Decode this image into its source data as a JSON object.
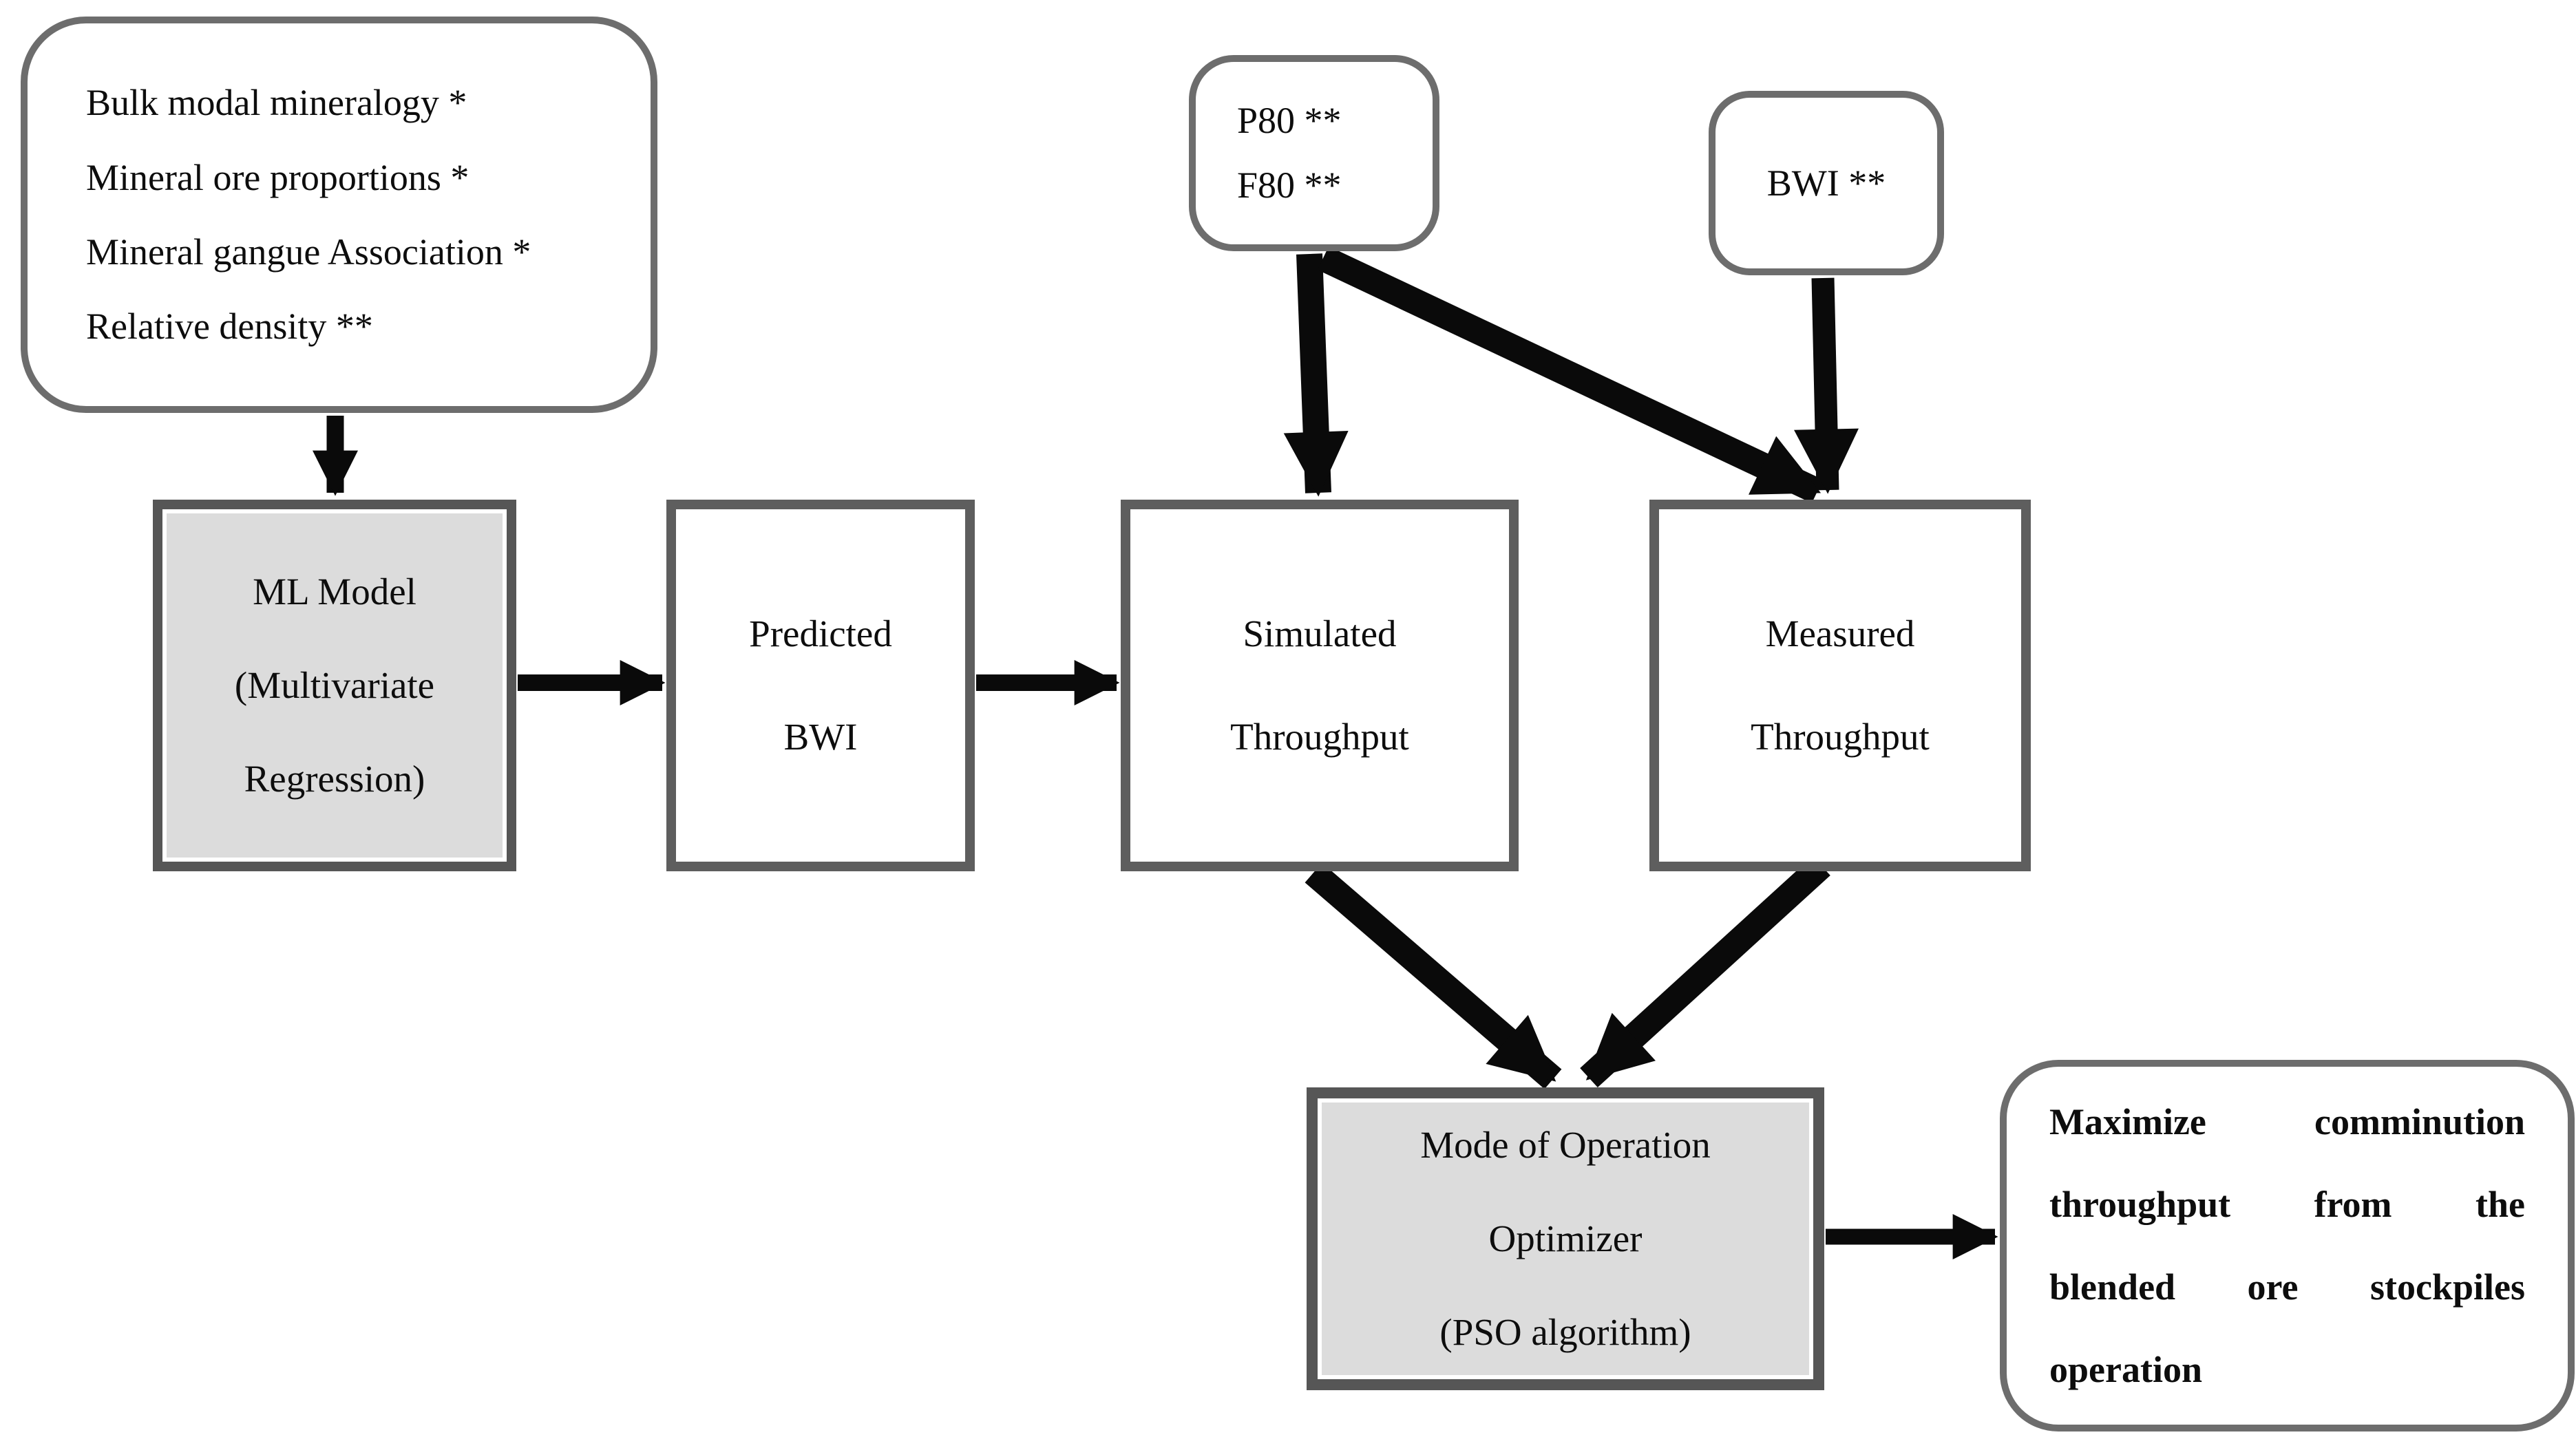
{
  "figure": {
    "type": "flowchart",
    "description": "Workflow from mineralogical inputs through ML-predicted BWI and throughput simulation to a PSO mode-of-operation optimizer"
  },
  "colors": {
    "background": "#ffffff",
    "node_border_gray": "#5e5e5e",
    "rounded_border_gray": "#6d6d6d",
    "shaded_node_fill": "#dcdcdc",
    "white_node_fill": "#ffffff",
    "arrow_black": "#0a0a0a",
    "text_black": "#0d0d0d"
  },
  "nodes": {
    "inputs": {
      "lines": [
        "Bulk modal mineralogy *",
        "Mineral ore proportions *",
        "Mineral gangue Association *",
        "Relative density **"
      ]
    },
    "psd": {
      "lines": [
        "P80 **",
        "F80 **"
      ]
    },
    "bwi": {
      "label": "BWI **"
    },
    "ml_model": {
      "lines": [
        "ML Model",
        "(Multivariate",
        "Regression)"
      ]
    },
    "predicted_bwi": {
      "lines": [
        "Predicted",
        "BWI"
      ]
    },
    "simulated_throughput": {
      "lines": [
        "Simulated",
        "Throughput"
      ]
    },
    "measured_throughput": {
      "lines": [
        "Measured",
        "Throughput"
      ]
    },
    "optimizer": {
      "lines": [
        "Mode of Operation",
        "Optimizer",
        "(PSO algorithm)"
      ]
    },
    "objective": {
      "lines": [
        "Maximize comminution",
        "throughput from the",
        "blended ore stockpiles",
        "operation"
      ]
    }
  },
  "edges": [
    {
      "from": "inputs",
      "to": "ml_model"
    },
    {
      "from": "ml_model",
      "to": "predicted_bwi"
    },
    {
      "from": "predicted_bwi",
      "to": "simulated_throughput"
    },
    {
      "from": "psd",
      "to": "simulated_throughput"
    },
    {
      "from": "psd",
      "to": "measured_throughput"
    },
    {
      "from": "bwi",
      "to": "measured_throughput"
    },
    {
      "from": "simulated_throughput",
      "to": "optimizer"
    },
    {
      "from": "measured_throughput",
      "to": "optimizer"
    },
    {
      "from": "optimizer",
      "to": "objective"
    }
  ]
}
